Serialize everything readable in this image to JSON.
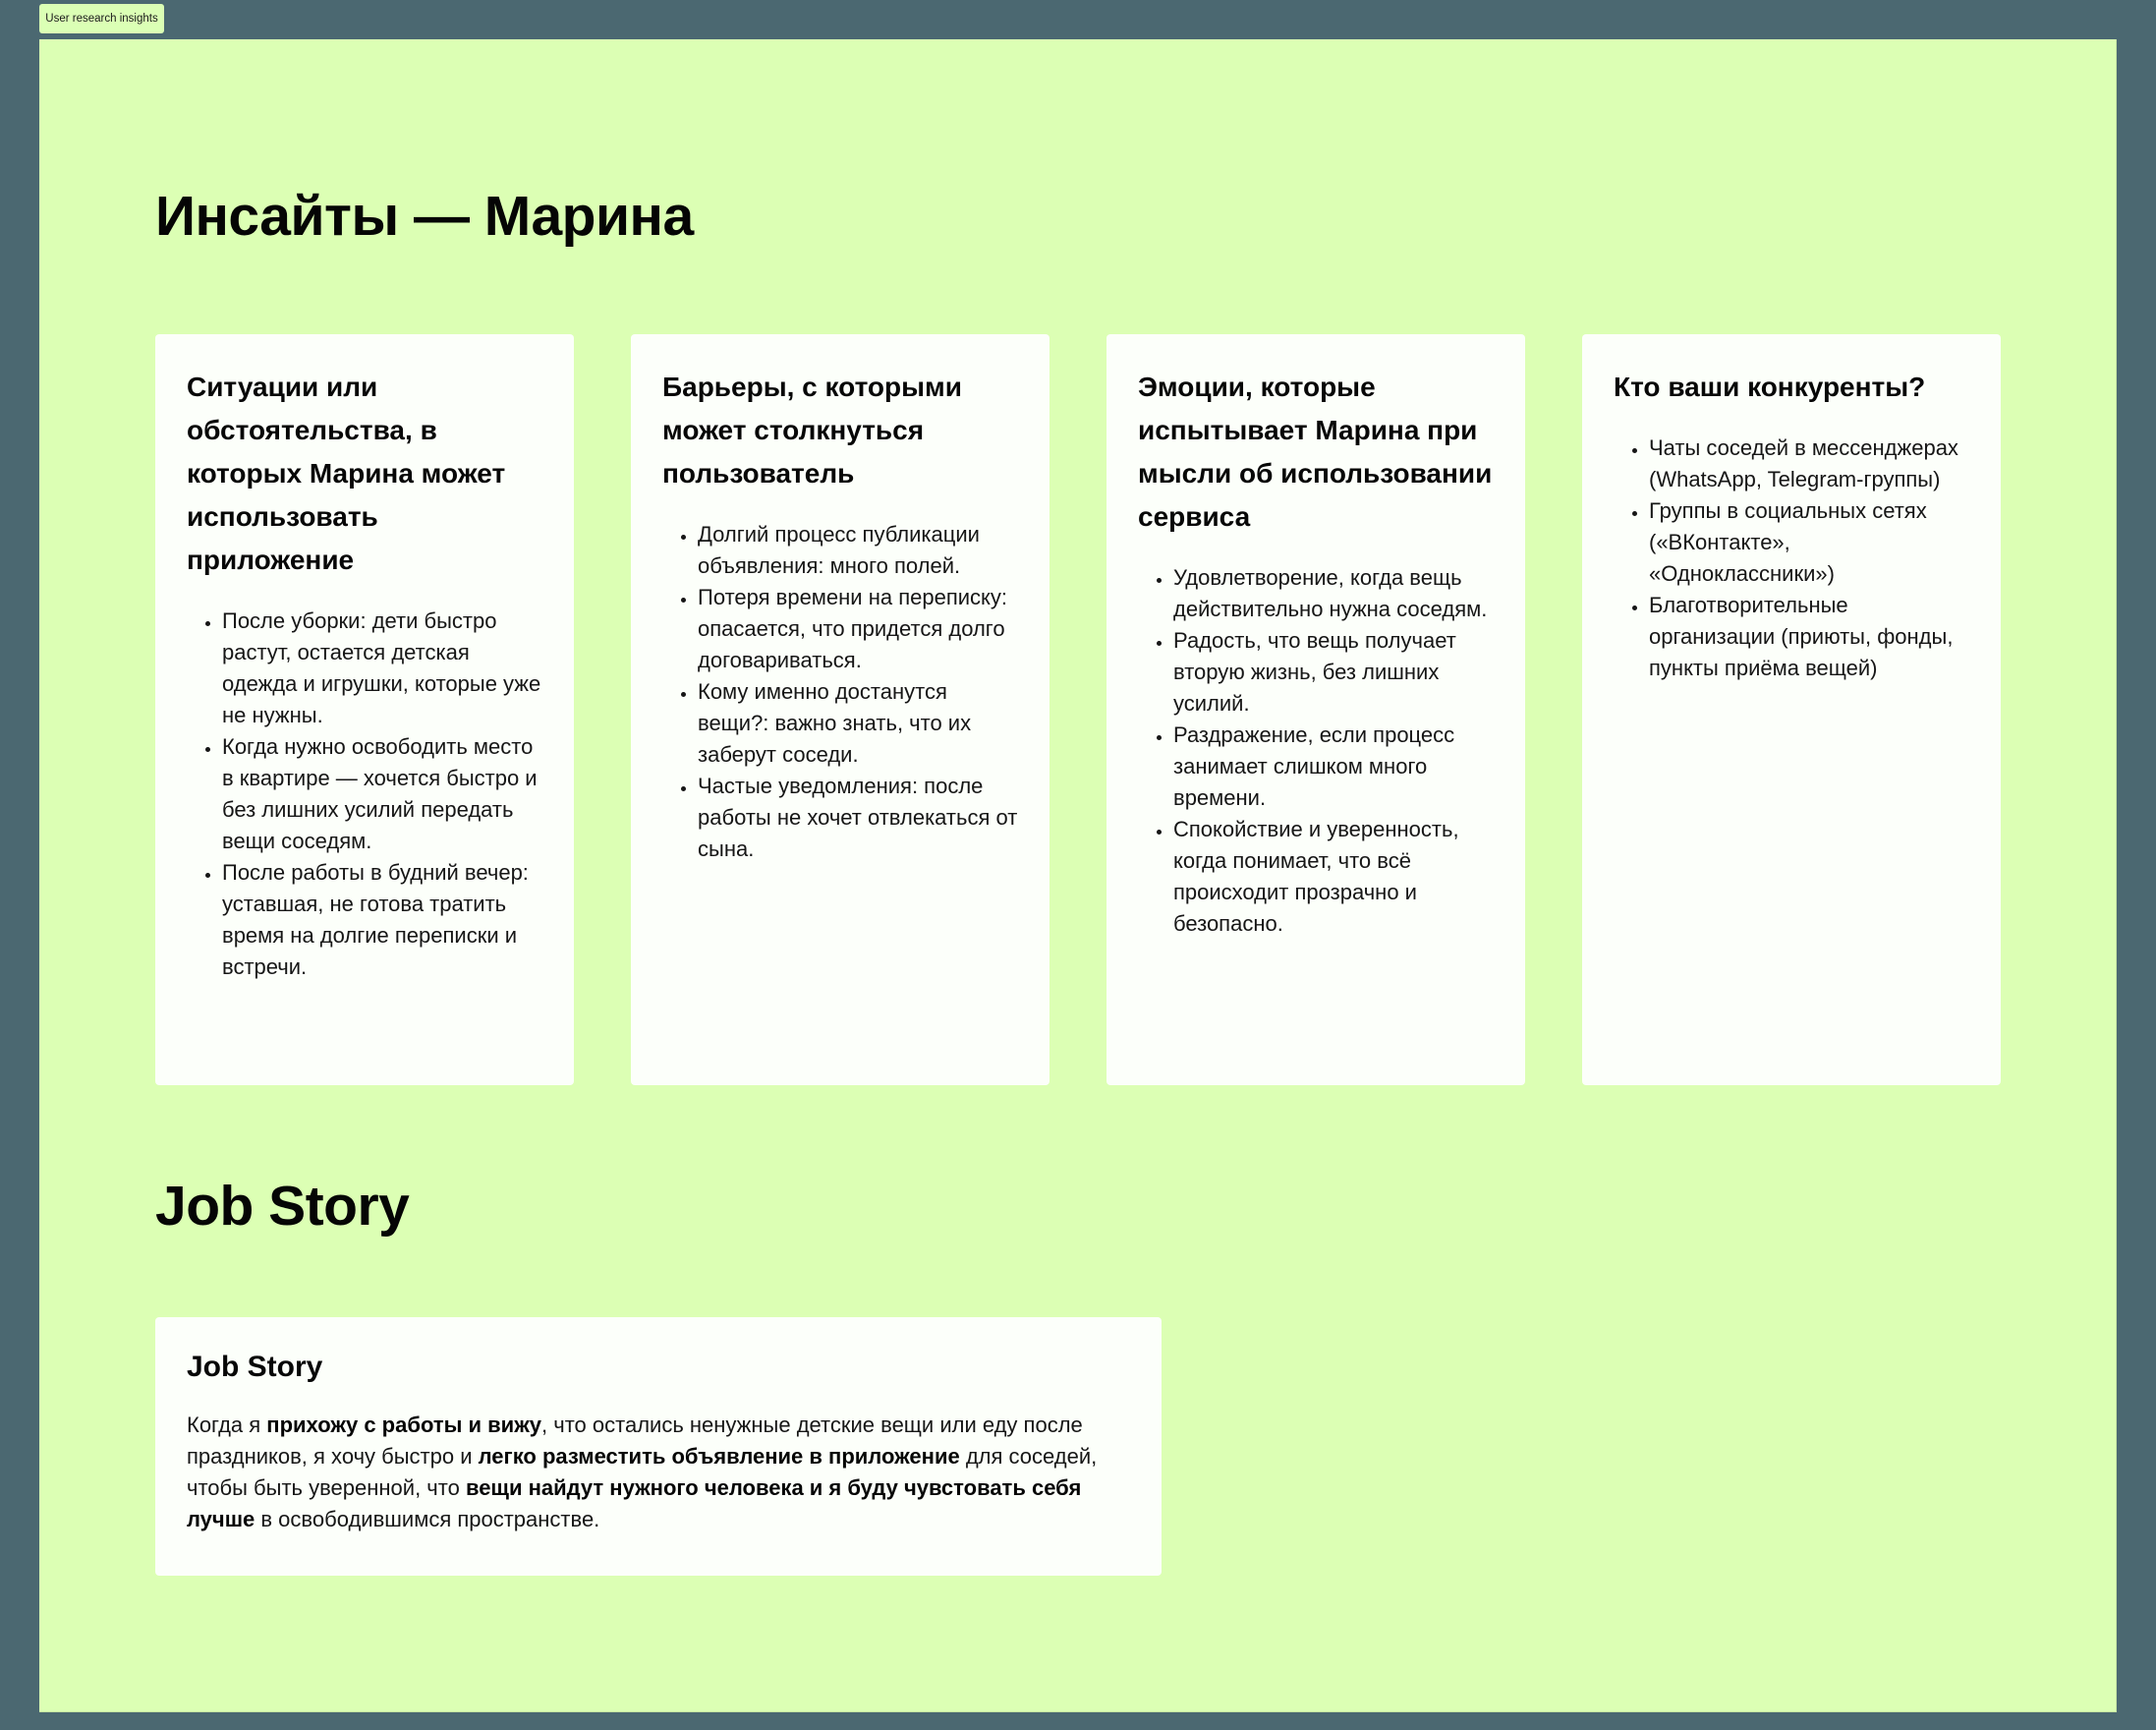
{
  "frame": {
    "label": "User research insights",
    "background": "#dcffb4",
    "canvas_background": "#4b6871"
  },
  "insights": {
    "title": "Инсайты — Марина",
    "cards": [
      {
        "heading": "Ситуации или обстоятельства, в которых Марина может использовать приложение",
        "items": [
          "После уборки: дети быстро растут, остается детская одежда и игрушки, которые уже не нужны.",
          "Когда нужно освободить место в квартире — хочется быстро и без лишних усилий передать вещи соседям.",
          "После работы в будний вечер: уставшая, не готова тратить время на долгие переписки и встречи."
        ]
      },
      {
        "heading": "Барьеры, с которыми может столкнуться пользователь",
        "items": [
          "Долгий процесс публикации объявления: много полей.",
          "Потеря времени на переписку: опасается, что придется долго договариваться.",
          "Кому именно достанутся вещи?: важно знать, что их заберут соседи.",
          "Частые уведомления: после работы не хочет отвлекаться от сына."
        ]
      },
      {
        "heading": "Эмоции, которые испытывает Марина при мысли об использовании сервиса",
        "items": [
          "Удовлетворение, когда вещь действительно нужна соседям.",
          "Радость, что вещь получает вторую жизнь, без лишних усилий.",
          "Раздражение, если процесс занимает слишком много времени.",
          "Спокойствие и уверенность, когда понимает, что всё происходит прозрачно и безопасно."
        ]
      },
      {
        "heading": "Кто ваши конкуренты?",
        "items": [
          "Чаты соседей в мессенджерах (WhatsApp, Telegram-группы)",
          "Группы в социальных сетях («ВКонтакте», «Одноклассники»)",
          "Благотворительные организации (приюты, фонды, пункты приёма вещей)"
        ]
      }
    ]
  },
  "job_story": {
    "title": "Job Story",
    "card": {
      "heading": "Job Story",
      "segments": [
        {
          "text": "Когда я ",
          "bold": false
        },
        {
          "text": "прихожу с работы и вижу",
          "bold": true
        },
        {
          "text": ", что остались ненужные детские вещи или еду после праздников, я хочу быстро и ",
          "bold": false
        },
        {
          "text": "легко разместить объявление в приложение",
          "bold": true
        },
        {
          "text": " для соседей, чтобы быть уверенной, что ",
          "bold": false
        },
        {
          "text": "вещи найдут нужного человека и я буду чувстовать себя лучше",
          "bold": true
        },
        {
          "text": " в освободившимся пространстве.",
          "bold": false
        }
      ]
    }
  }
}
